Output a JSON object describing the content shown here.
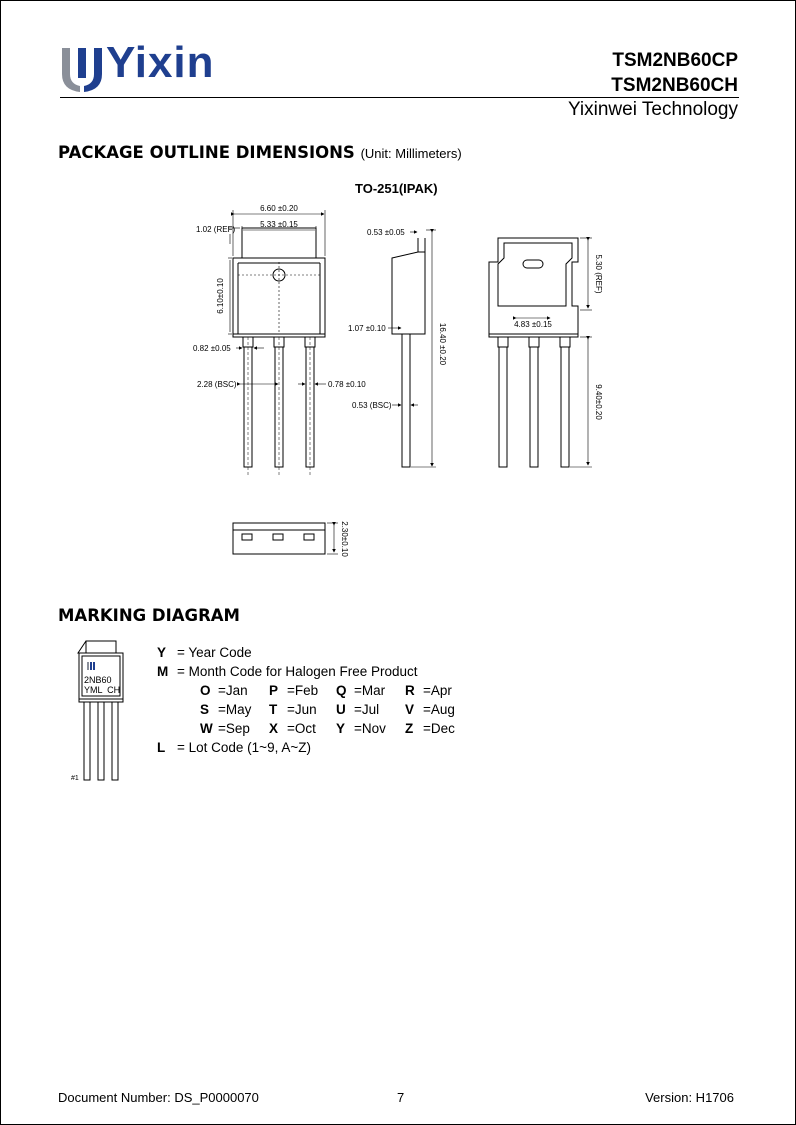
{
  "header": {
    "logo_text": "Yixin",
    "part_number_1": "TSM2NB60CP",
    "part_number_2": "TSM2NB60CH",
    "company": "Yixinwei Technology"
  },
  "package_section": {
    "title": "PACKAGE OUTLINE DIMENSIONS",
    "unit": "(Unit: Millimeters)",
    "package_name": "TO-251(IPAK)",
    "dims": {
      "d660": "6.60 ±0.20",
      "d533": "5.33 ±0.15",
      "d102": "1.02 (REF)",
      "d610": "6.10±0.10",
      "d082": "0.82 ±0.05",
      "d228": "2.28 (BSC)",
      "d078": "0.78 ±0.10",
      "d053a": "0.53 ±0.05",
      "d107": "1.07 ±0.10",
      "d1640": "16.40 ±0.20",
      "d053b": "0.53 (BSC)",
      "d530": "5.30 (REF)",
      "d483": "4.83 ±0.15",
      "d940": "9.40±0.20",
      "d230": "2.30±0.10"
    }
  },
  "marking_section": {
    "title": "MARKING DIAGRAM",
    "chip_line1": "2NB60",
    "chip_line2": "YML  CH",
    "pin_label": "#1",
    "legend": {
      "y_key": "Y",
      "y_text": "= Year Code",
      "m_key": "M",
      "m_text": "= Month Code for Halogen Free Product",
      "l_key": "L",
      "l_text": "= Lot Code (1~9, A~Z)"
    },
    "months": [
      [
        {
          "k": "O",
          "v": "=Jan"
        },
        {
          "k": "P",
          "v": "=Feb"
        },
        {
          "k": "Q",
          "v": "=Mar"
        },
        {
          "k": "R",
          "v": "=Apr"
        }
      ],
      [
        {
          "k": "S",
          "v": "=May"
        },
        {
          "k": "T",
          "v": "=Jun"
        },
        {
          "k": "U",
          "v": "=Jul"
        },
        {
          "k": "V",
          "v": "=Aug"
        }
      ],
      [
        {
          "k": "W",
          "v": "=Sep"
        },
        {
          "k": "X",
          "v": "=Oct"
        },
        {
          "k": "Y",
          "v": "=Nov"
        },
        {
          "k": "Z",
          "v": "=Dec"
        }
      ]
    ]
  },
  "footer": {
    "doc_number": "Document Number: DS_P0000070",
    "page": "7",
    "version": "Version: H1706"
  },
  "colors": {
    "logo_blue": "#1f3f8f",
    "logo_gray": "#8a8f99"
  }
}
